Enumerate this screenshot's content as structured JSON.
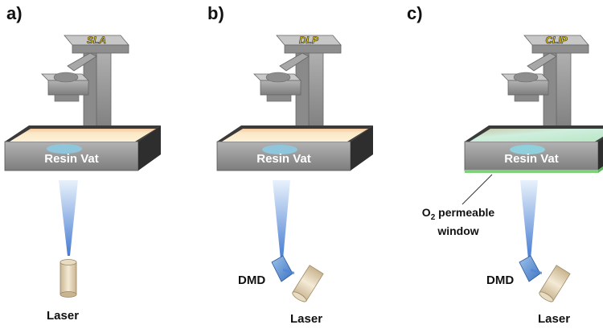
{
  "panels": [
    {
      "letter": "a)",
      "plate": "SLA",
      "vat": "Resin Vat",
      "source": "Laser",
      "mirror": ""
    },
    {
      "letter": "b)",
      "plate": "DLP",
      "vat": "Resin Vat",
      "source": "Laser",
      "mirror": "DMD"
    },
    {
      "letter": "c)",
      "plate": "CLIP",
      "vat": "Resin Vat",
      "source": "Laser",
      "mirror": "DMD"
    }
  ],
  "window_label": {
    "line1_main": "O",
    "line1_sub": "2",
    "line1_rest": " permeable",
    "line2": "window"
  },
  "colors": {
    "frame": "#9a9a9a",
    "frame_dark": "#6e6e6e",
    "resin_orange": "#f9e7c0",
    "resin_green": "#cdebd3",
    "part": "#8fc6dc",
    "beam": "#4f86d6",
    "window_green": "#7fd27a"
  }
}
